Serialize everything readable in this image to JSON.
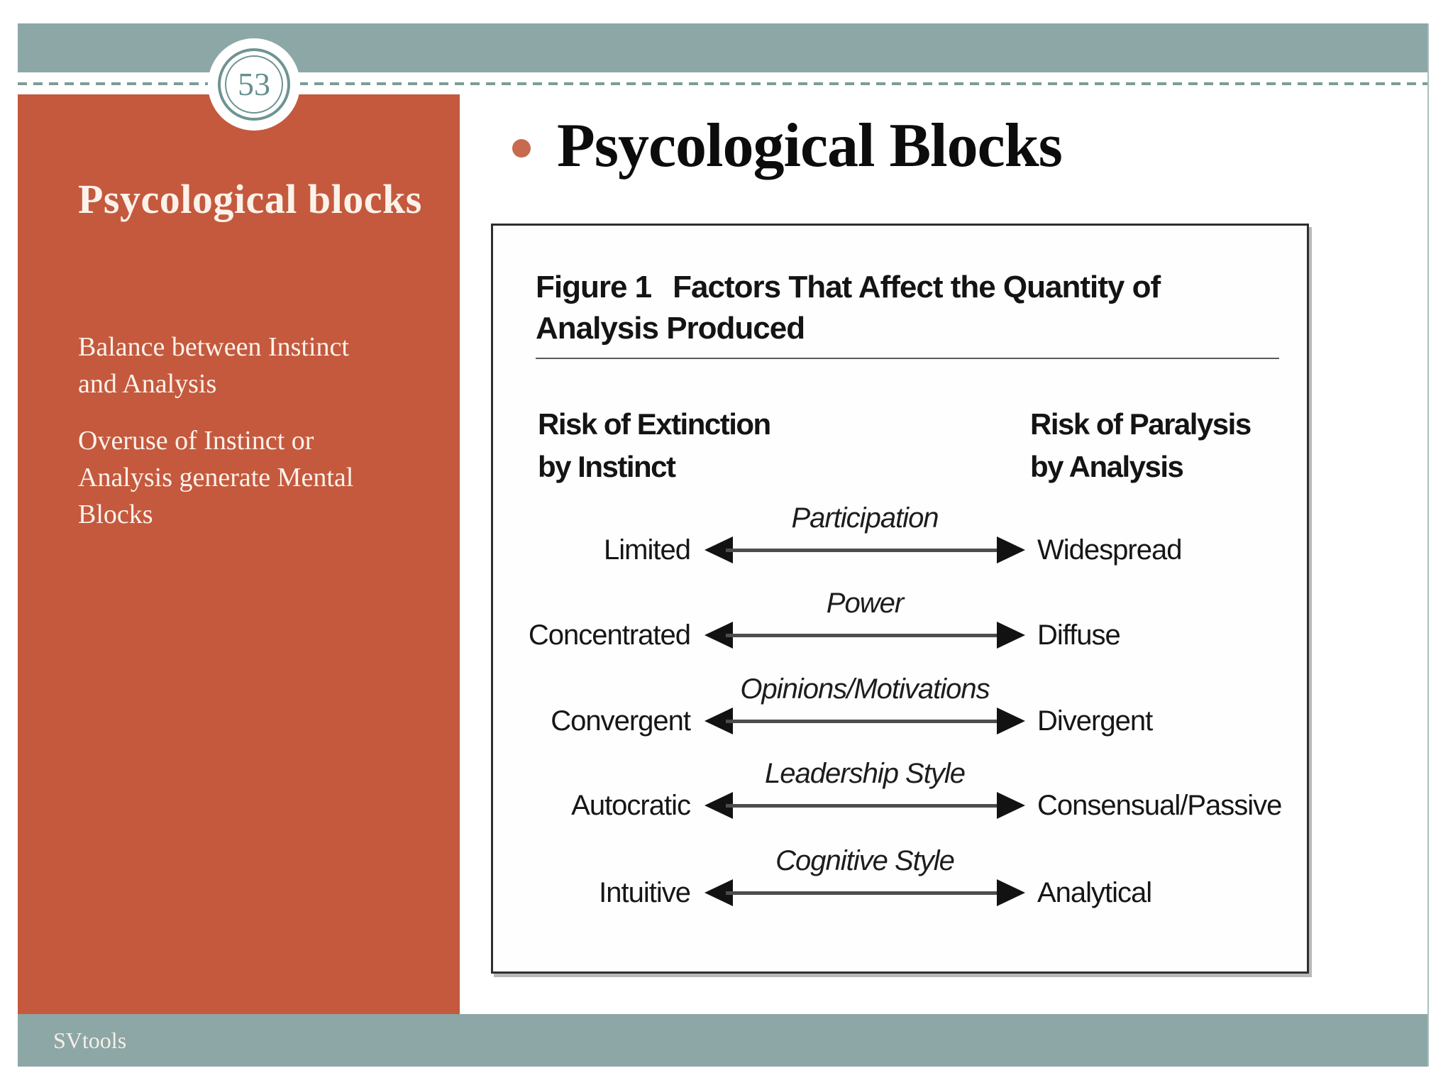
{
  "page": {
    "slide_number": "53",
    "footer": "SVtools"
  },
  "colors": {
    "sidebar_orange": "#c4593e",
    "band_teal": "#8ca7a6",
    "ring_teal": "#6e9492",
    "bullet_orange": "#c76a4f",
    "warm_white_text": "#fbf2ea"
  },
  "sidebar": {
    "title": "Psycological blocks",
    "paragraph1": "Balance between Instinct and Analysis",
    "paragraph2": "Overuse of Instinct or Analysis generate Mental Blocks"
  },
  "main": {
    "title": "Psycological Blocks",
    "figure": {
      "label": "Figure 1",
      "title": "Factors That Affect the Quantity of Analysis Produced",
      "left_header_line1": "Risk of Extinction",
      "left_header_line2": "by Instinct",
      "right_header_line1": "Risk of Paralysis",
      "right_header_line2": "by Analysis",
      "rows": [
        {
          "dimension": "Participation",
          "left": "Limited",
          "right": "Widespread"
        },
        {
          "dimension": "Power",
          "left": "Concentrated",
          "right": "Diffuse"
        },
        {
          "dimension": "Opinions/Motivations",
          "left": "Convergent",
          "right": "Divergent"
        },
        {
          "dimension": "Leadership Style",
          "left": "Autocratic",
          "right": "Consensual/Passive"
        },
        {
          "dimension": "Cognitive Style",
          "left": "Intuitive",
          "right": "Analytical"
        }
      ]
    }
  }
}
